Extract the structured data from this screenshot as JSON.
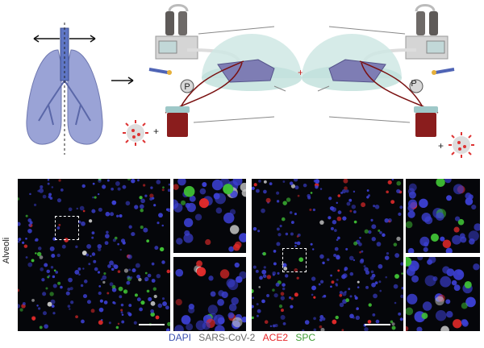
{
  "diagram": {
    "pump_label": "P",
    "plus_sign": "+"
  },
  "micrograph": {
    "region_label": "Alveoli",
    "legend": [
      {
        "label": "DAPI",
        "color": "#3a4fb0"
      },
      {
        "label": "SARS-CoV-2",
        "color": "#6b6b6b"
      },
      {
        "label": "ACE2",
        "color": "#e8262a"
      },
      {
        "label": "SPC",
        "color": "#3f9c35"
      }
    ]
  }
}
